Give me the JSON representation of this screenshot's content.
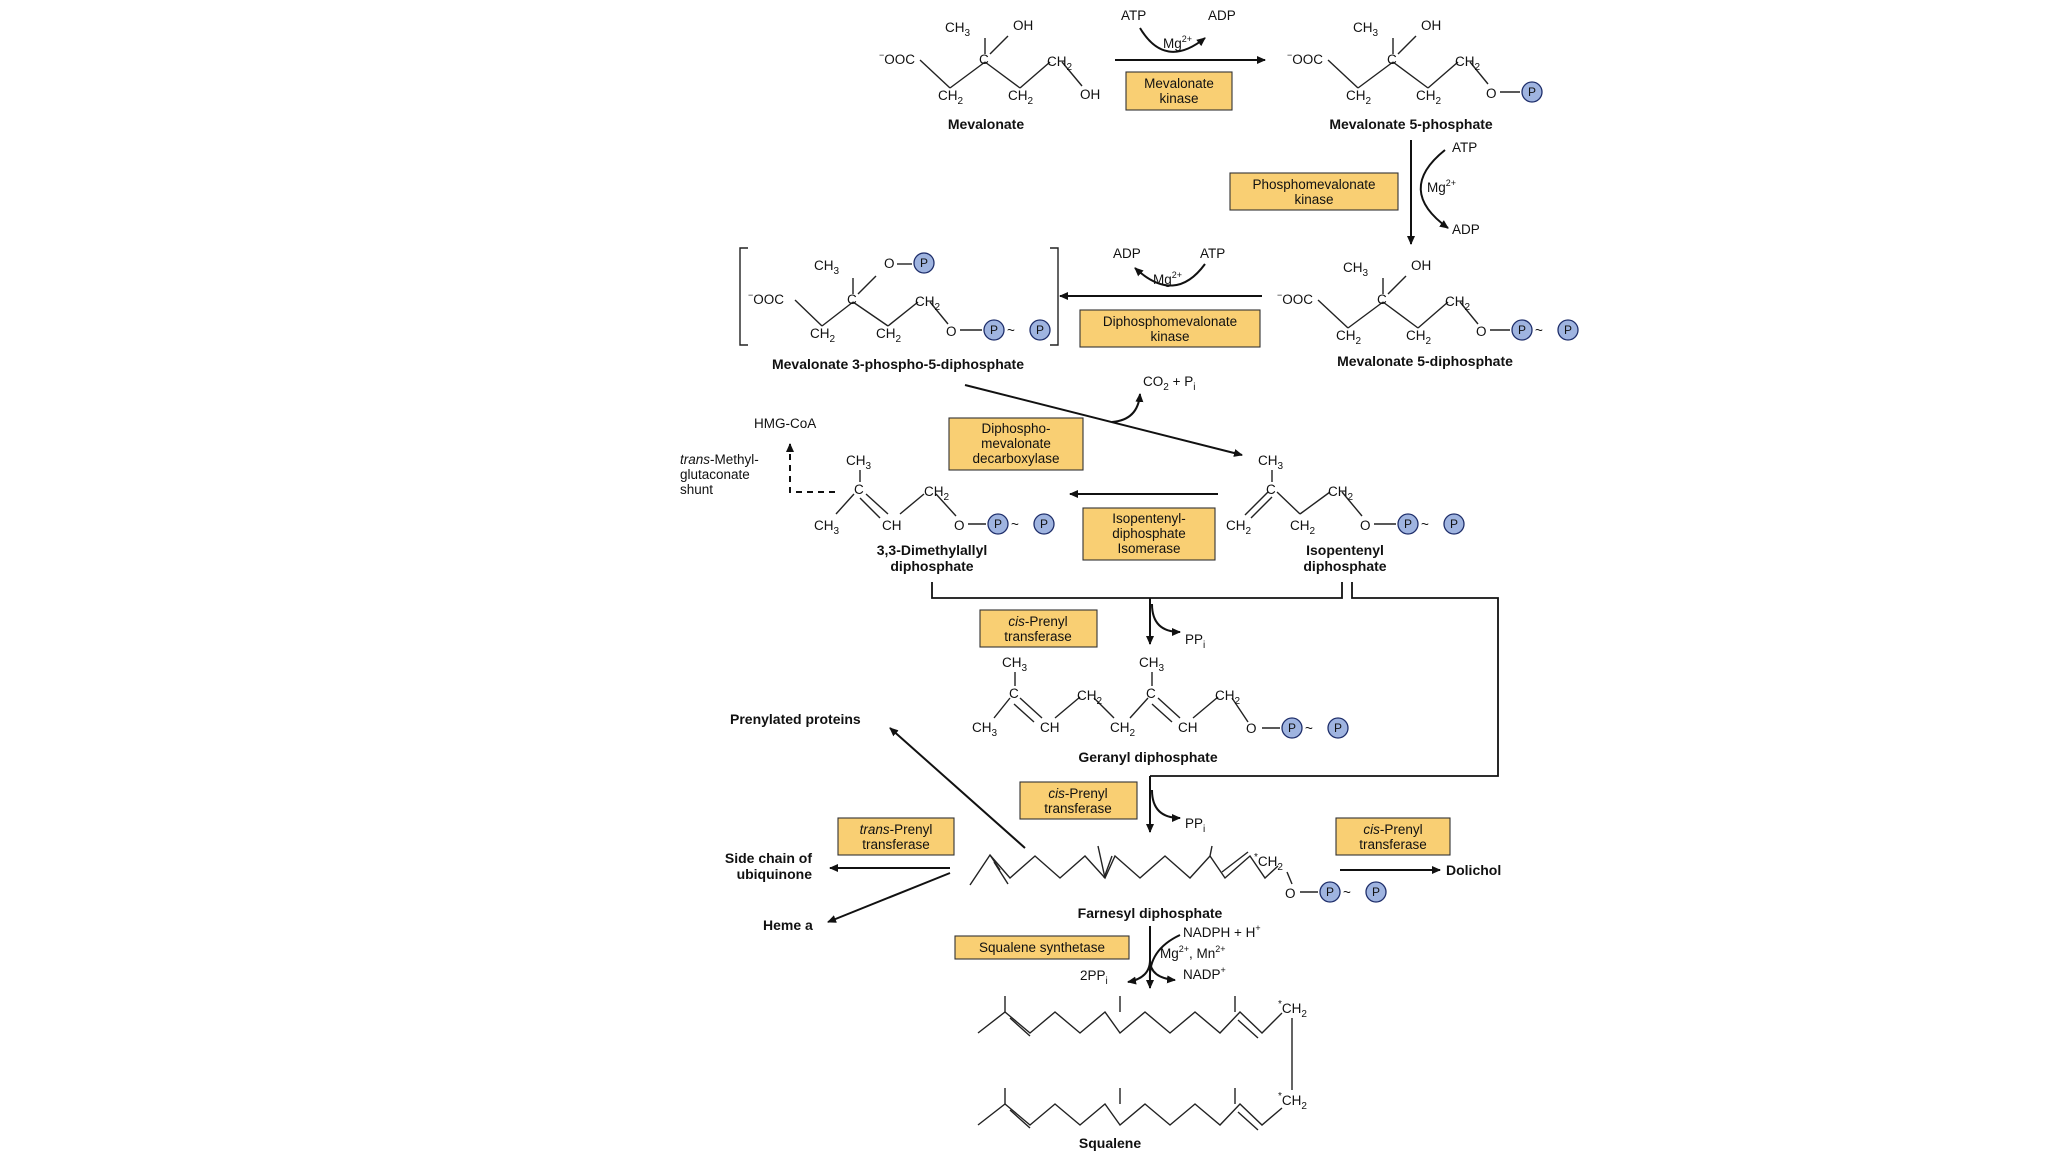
{
  "compounds": {
    "mevalonate": "Mevalonate",
    "mevalonate_5p": "Mevalonate 5-phosphate",
    "mevalonate_5pp": "Mevalonate 5-diphosphate",
    "mevalonate_3p5pp": "Mevalonate 3-phospho-5-diphosphate",
    "dimethylallyl_line1": "3,3-Dimethylallyl",
    "dimethylallyl_line2": "diphosphate",
    "isopentenyl_line1": "Isopentenyl",
    "isopentenyl_line2": "diphosphate",
    "geranyl": "Geranyl diphosphate",
    "farnesyl": "Farnesyl diphosphate",
    "squalene": "Squalene",
    "hmg_coa": "HMG-CoA",
    "prenylated_proteins": "Prenylated proteins",
    "ubiquinone_line1": "Side chain of",
    "ubiquinone_line2": "ubiquinone",
    "heme_a": "Heme a",
    "dolichol": "Dolichol"
  },
  "enzymes": {
    "mevalonate_kinase": [
      "Mevalonate",
      "kinase"
    ],
    "phosphomevalonate_kinase": [
      "Phosphomevalonate",
      "kinase"
    ],
    "diphosphomevalonate_kinase": [
      "Diphosphomevalonate",
      "kinase"
    ],
    "diphosphomevalonate_decarboxylase": [
      "Diphospho-",
      "mevalonate",
      "decarboxylase"
    ],
    "isopentenyl_isomerase": [
      "Isopentenyl-",
      "diphosphate",
      "Isomerase"
    ],
    "cis_prenyl_1": [
      "cis",
      "-Prenyl",
      "transferase"
    ],
    "cis_prenyl_2": [
      "cis",
      "-Prenyl",
      "transferase"
    ],
    "trans_prenyl": [
      "trans",
      "-Prenyl",
      "transferase"
    ],
    "cis_prenyl_dolichol": [
      "cis",
      "-Prenyl",
      "transferase"
    ],
    "squalene_synthetase": "Squalene synthetase"
  },
  "cofactors": {
    "atp": "ATP",
    "adp": "ADP",
    "mg": "Mg",
    "mg_charge": "2+",
    "co2_pi": "CO",
    "co2_pi_rest": " + P",
    "ppi": "PP",
    "ppi_sub": "i",
    "two_ppi": "2PP",
    "nadph": "NADPH + H",
    "nadp": "NADP",
    "plus": "+",
    "mg_mn": "Mg",
    "mn": ", Mn",
    "shunt_line1_italic": "trans",
    "shunt_line1_rest": "-Methyl-",
    "shunt_line2": "glutaconate",
    "shunt_line3": "shunt"
  },
  "atoms": {
    "ch3": "CH",
    "ch2": "CH",
    "ch": "CH",
    "c": "C",
    "oh": "OH",
    "o": "O",
    "ooc": "OOC",
    "minus": "−",
    "p": "P",
    "sub3": "3",
    "sub2": "2",
    "tilde": "~",
    "star": "*"
  }
}
